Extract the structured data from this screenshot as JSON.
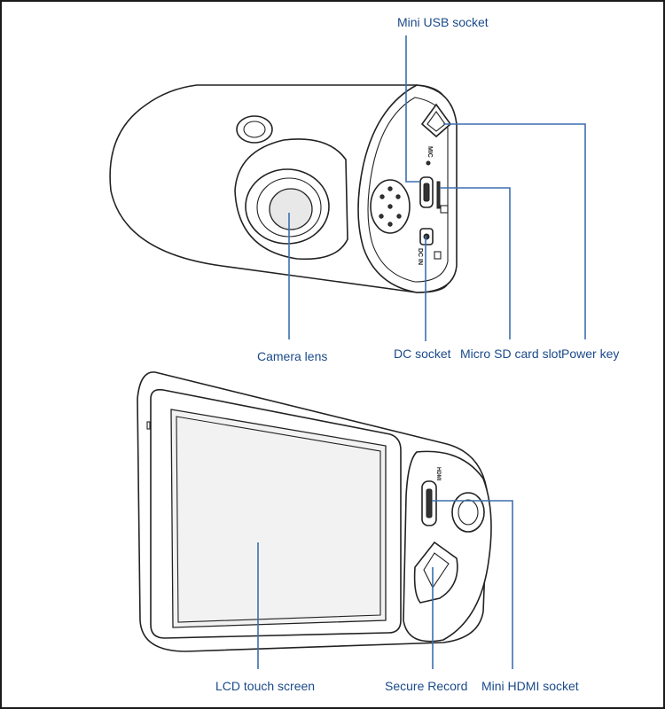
{
  "title": "",
  "callouts": {
    "mini_usb_socket": "Mini USB socket",
    "camera_lens": "Camera lens",
    "dc_socket": "DC socket",
    "micro_sd_card_slot": "Micro SD card slot",
    "power_key": "Power key",
    "lcd_touch_screen": "LCD touch screen",
    "secure_record": "Secure Record",
    "mini_hdmi_socket": "Mini HDMI socket"
  },
  "device_markings": {
    "mic": "MIC",
    "dc_in": "DC IN",
    "hdmi": "HDMI"
  },
  "colors": {
    "callout_line": "#3b6fb0",
    "callout_text": "#1a4a8a",
    "device_outline": "#222222"
  }
}
